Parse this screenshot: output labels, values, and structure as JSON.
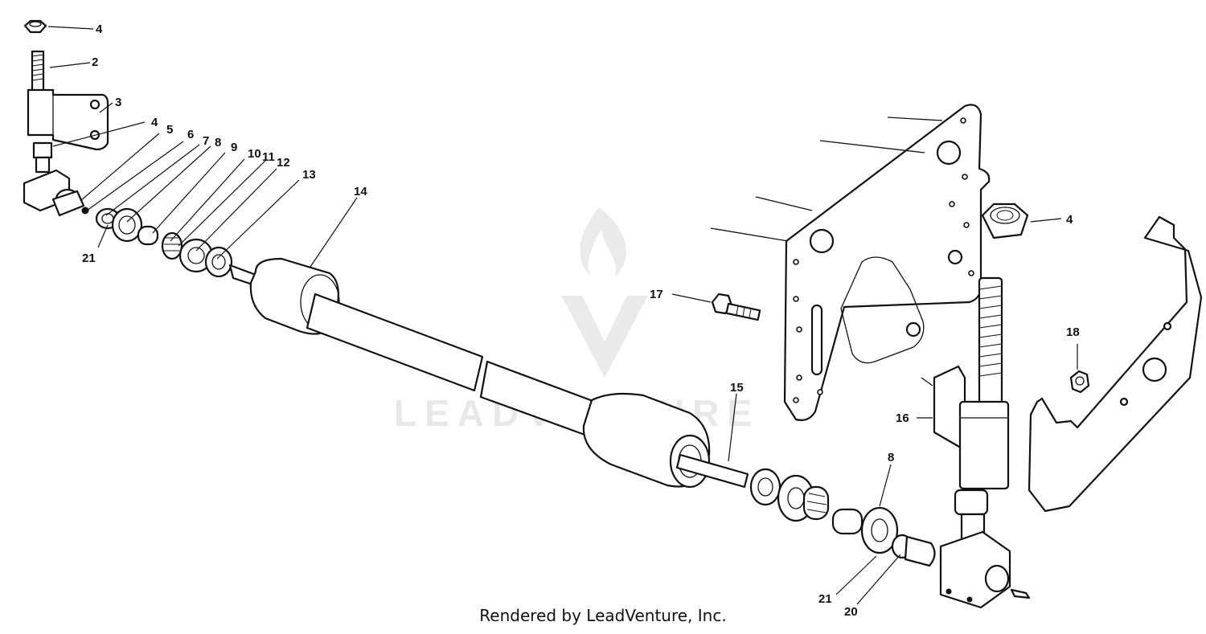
{
  "watermark": {
    "text": "LEADVENTURE"
  },
  "footer": {
    "credit": "Rendered by LeadVenture, Inc."
  },
  "callouts": {
    "c4a": "4",
    "c2": "2",
    "c3": "3",
    "c4b": "4",
    "c5": "5",
    "c6": "6",
    "c7": "7",
    "c8a": "8",
    "c9": "9",
    "c10": "10",
    "c11": "11",
    "c12": "12",
    "c13": "13",
    "c14": "14",
    "c21a": "21",
    "c4c": "4",
    "c17": "17",
    "c18": "18",
    "c15": "15",
    "c16": "16",
    "c8b": "8",
    "c21b": "21",
    "c20": "20"
  }
}
